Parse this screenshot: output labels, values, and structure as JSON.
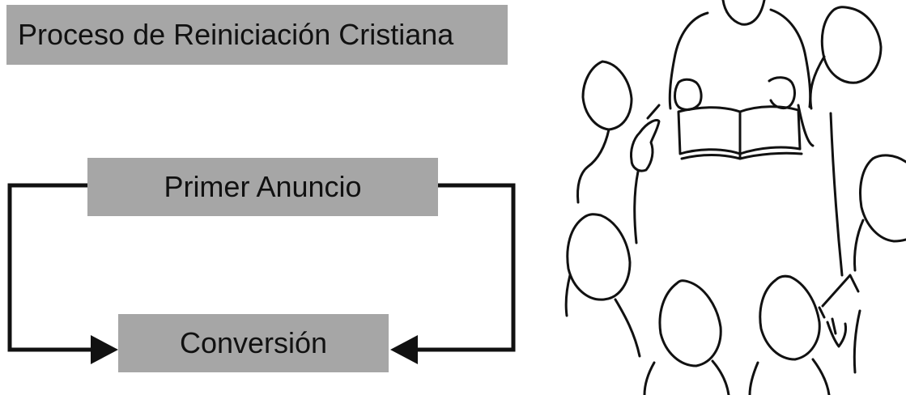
{
  "title": "Proceso de Reiniciación Cristiana",
  "flow": {
    "top_box": "Primer Anuncio",
    "bottom_box": "Conversión"
  },
  "illustration": {
    "icon": "group-bible-study-illustration"
  }
}
